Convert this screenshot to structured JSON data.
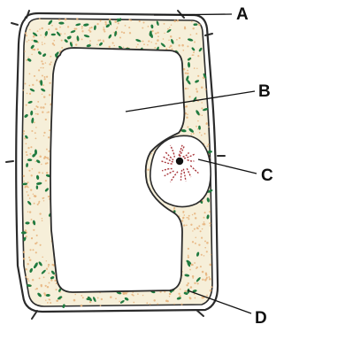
{
  "diagram": {
    "labels": {
      "a": "A",
      "b": "B",
      "c": "C",
      "d": "D"
    },
    "colors": {
      "cell_outline": "#2b2b2b",
      "cytoplasm_fill": "#f6efd9",
      "granule": "#e6b27a",
      "chloroplast": "#1f7a3f",
      "vacuole_fill": "#ffffff",
      "nucleus_fill": "#ffffff",
      "chromatin": "#a8353a",
      "nucleolus": "#111111",
      "pointer_line": "#111111"
    }
  }
}
